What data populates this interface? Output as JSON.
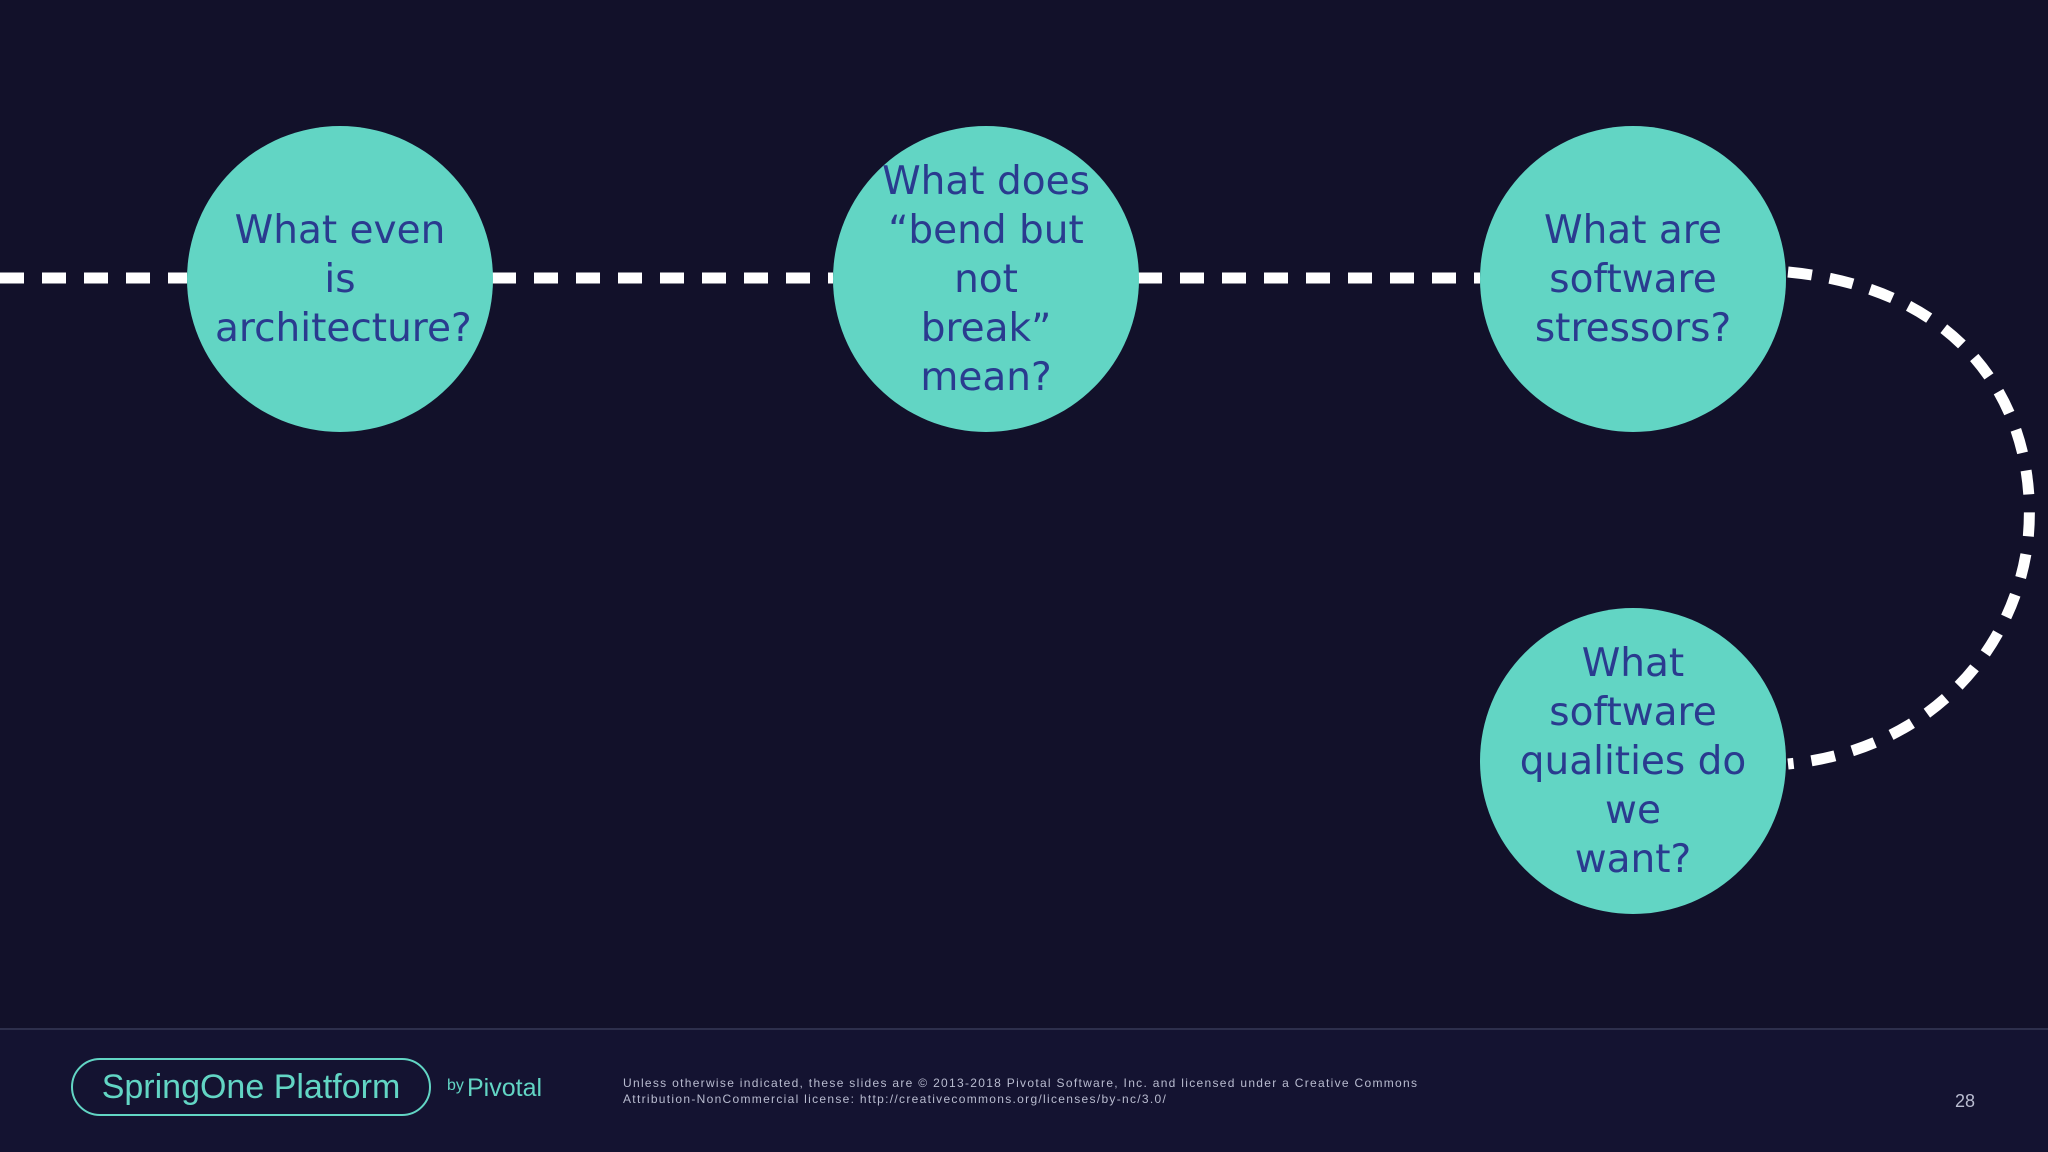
{
  "diagram": {
    "nodes": [
      {
        "label": "What even is\narchitecture?"
      },
      {
        "label": "What does\n“bend but not\nbreak”\nmean?"
      },
      {
        "label": "What are\nsoftware\nstressors?"
      },
      {
        "label": "What\nsoftware\nqualities do we\nwant?"
      }
    ]
  },
  "colors": {
    "background": "#12112a",
    "node_fill": "#62d5c4",
    "node_text": "#2a3b8f",
    "connector": "#ffffff",
    "brand": "#62d5c4"
  },
  "footer": {
    "brand_name": "SpringOne Platform",
    "brand_by": "by",
    "brand_company": "Pivotal",
    "license_line1": "Unless otherwise indicated, these slides are © 2013-2018 Pivotal Software, Inc. and licensed under a Creative Commons",
    "license_line2": "Attribution-NonCommercial license: http://creativecommons.org/licenses/by-nc/3.0/",
    "page_number": "28"
  }
}
